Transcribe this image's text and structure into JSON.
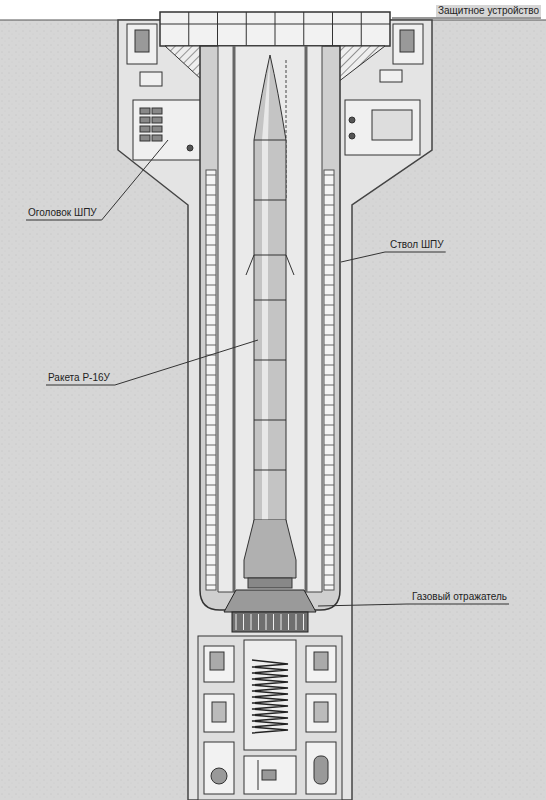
{
  "diagram": {
    "labels": [
      "Защитное устройство",
      "Оголовок ШПУ",
      "Ствол ШПУ",
      "Ракета Р-16У",
      "Газовый отражатель"
    ]
  }
}
